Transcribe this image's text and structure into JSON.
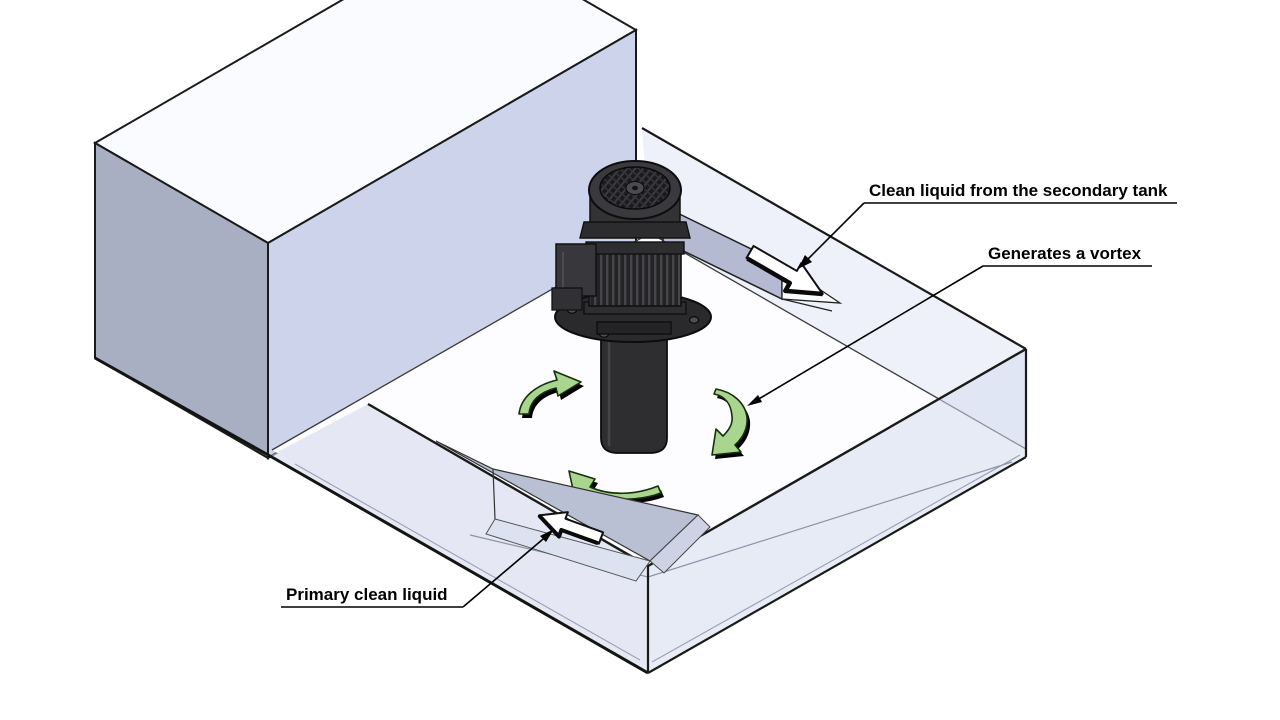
{
  "diagram": {
    "type": "isometric-cad-illustration",
    "subject": "coolant tank with vortex pump",
    "annotations": [
      {
        "id": "secondary-inflow",
        "text": "Clean liquid from the secondary tank"
      },
      {
        "id": "vortex",
        "text": "Generates a vortex"
      },
      {
        "id": "primary-inflow",
        "text": "Primary clean liquid"
      }
    ],
    "icons": {
      "flow_arrow_secondary": "block-arrow-down-right",
      "flow_arrow_primary": "block-arrow-up-left",
      "vortex_arrows": [
        "curved-arrow-west",
        "curved-arrow-east",
        "curved-arrow-south"
      ]
    },
    "colors": {
      "vortex_arrow": "#a9d58e",
      "tank_top_face": "#fafbfe",
      "tank_left_face": "#a9afc3",
      "tank_front_face": "#ccd3ea",
      "tank_wall_translucent": "#d6dcee",
      "inner_wall_band": "#eef1f9",
      "floor": "#fdfdff",
      "chute": "#b3bad2",
      "weir_plate": "#b9c0d4",
      "pump_body": "#2e2e31",
      "flow_arrow": "#ffffff",
      "outline": "#1a1a1a"
    }
  }
}
